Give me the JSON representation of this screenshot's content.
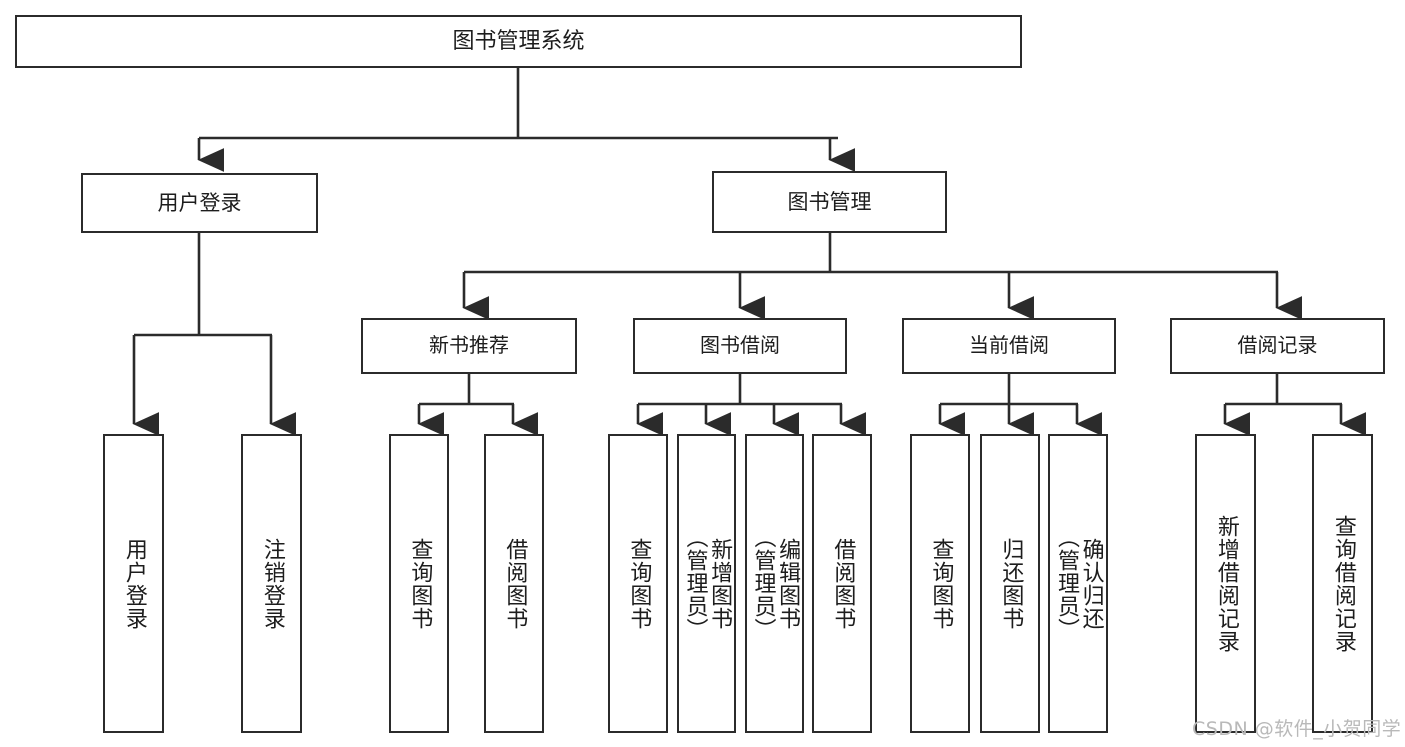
{
  "diagram": {
    "title": "图书管理系统",
    "type": "tree-hierarchy",
    "watermark": "CSDN @软件_小贺同学",
    "colors": {
      "stroke": "#2b2b2b",
      "fill": "#ffffff",
      "text": "#1d1d1d",
      "watermark": "#b9b9b9"
    },
    "nodes": {
      "root": {
        "label": "图书管理系统"
      },
      "level2": [
        {
          "label": "用户登录"
        },
        {
          "label": "图书管理"
        }
      ],
      "level3": [
        {
          "label": "新书推荐"
        },
        {
          "label": "图书借阅"
        },
        {
          "label": "当前借阅"
        },
        {
          "label": "借阅记录"
        }
      ],
      "leaves": [
        {
          "label": "用户登录",
          "parent": "用户登录"
        },
        {
          "label": "注销登录",
          "parent": "用户登录"
        },
        {
          "label": "查询图书",
          "parent": "新书推荐"
        },
        {
          "label": "借阅图书",
          "parent": "新书推荐"
        },
        {
          "label": "查询图书",
          "parent": "图书借阅"
        },
        {
          "label": "新增图书\n（管理员）",
          "parent": "图书借阅"
        },
        {
          "label": "编辑图书\n（管理员）",
          "parent": "图书借阅"
        },
        {
          "label": "借阅图书",
          "parent": "图书借阅"
        },
        {
          "label": "查询图书",
          "parent": "当前借阅"
        },
        {
          "label": "归还图书",
          "parent": "当前借阅"
        },
        {
          "label": "确认归还\n（管理员）",
          "parent": "当前借阅"
        },
        {
          "label": "新增借阅记录",
          "parent": "借阅记录"
        },
        {
          "label": "查询借阅记录",
          "parent": "借阅记录"
        }
      ]
    }
  }
}
